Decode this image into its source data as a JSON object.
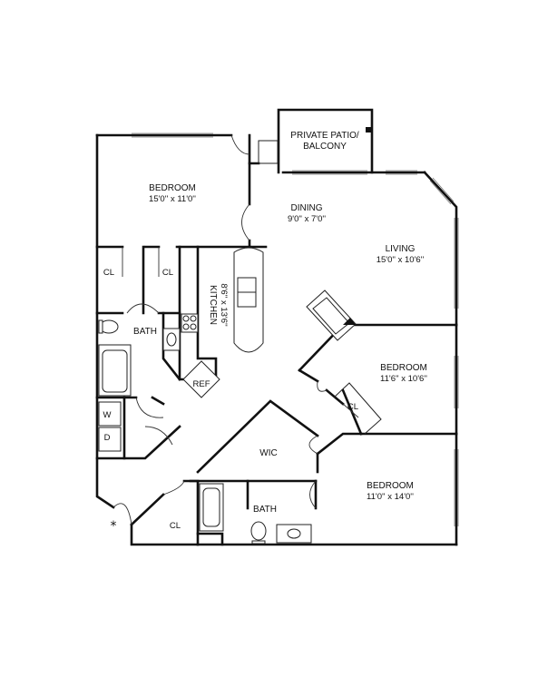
{
  "rooms": {
    "patio": {
      "name_line1": "PRIVATE PATIO/",
      "name_line2": "BALCONY"
    },
    "bedroom_1": {
      "name": "BEDROOM",
      "dims": "15'0'' x 11'0''"
    },
    "dining": {
      "name": "DINING",
      "dims": "9'0'' x 7'0''"
    },
    "living": {
      "name": "LIVING",
      "dims": "15'0'' x 10'6''"
    },
    "kitchen": {
      "name": "KITCHEN",
      "dims": "8'6'' x 13'6''"
    },
    "bedroom_2": {
      "name": "BEDROOM",
      "dims": "11'6'' x 10'6''"
    },
    "bedroom_3": {
      "name": "BEDROOM",
      "dims": "11'0'' x 14'0''"
    },
    "closet_a": {
      "name": "CL"
    },
    "closet_b": {
      "name": "CL"
    },
    "closet_c": {
      "name": "CL"
    },
    "closet_d": {
      "name": "CL"
    },
    "bath_1": {
      "name": "BATH"
    },
    "bath_2": {
      "name": "BATH"
    },
    "wic": {
      "name": "WIC"
    },
    "ref": {
      "name": "REF"
    },
    "washer": {
      "name": "W"
    },
    "dryer": {
      "name": "D"
    }
  },
  "entry_marker": "*"
}
